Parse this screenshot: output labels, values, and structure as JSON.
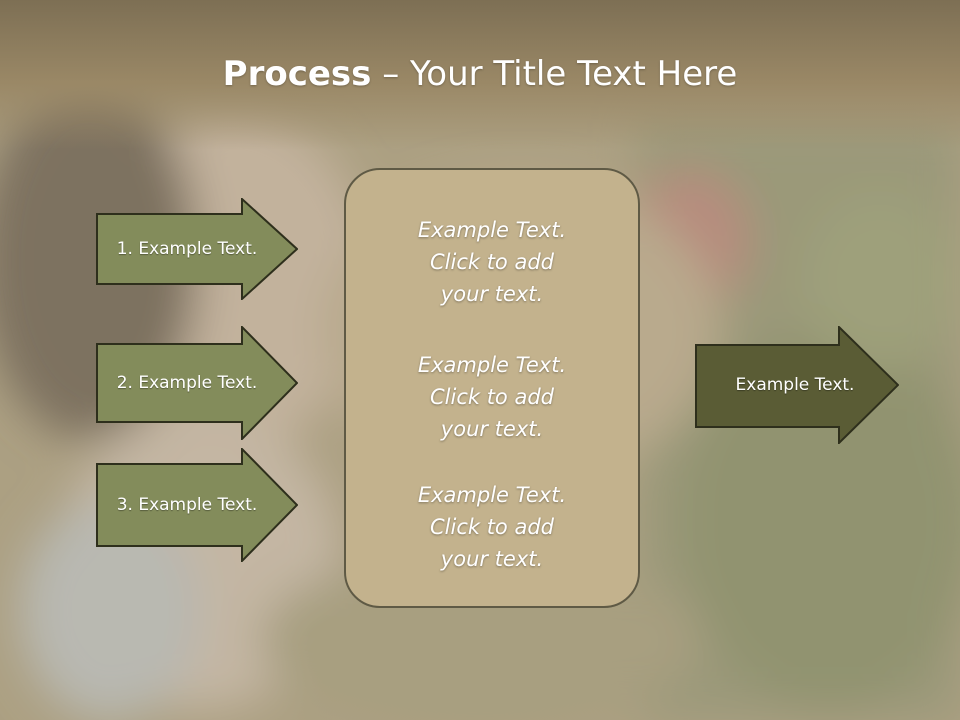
{
  "title": {
    "bold": "Process",
    "separator": " – ",
    "rest": "Your Title Text Here"
  },
  "left_steps": [
    {
      "label": "1. Example Text."
    },
    {
      "label": "2. Example Text."
    },
    {
      "label": "3. Example Text."
    }
  ],
  "center_box": {
    "paragraphs": [
      {
        "lines": [
          "Example Text.",
          "Click  to add",
          "your text."
        ]
      },
      {
        "lines": [
          "Example Text.",
          "Click  to add",
          "your text."
        ]
      },
      {
        "lines": [
          "Example Text.",
          "Click  to add",
          "your text."
        ]
      }
    ]
  },
  "right_arrow": {
    "label": "Example Text."
  },
  "colors": {
    "step_arrow_fill": "#838c5b",
    "right_arrow_fill": "#5a5c35",
    "arrow_stroke": "#2e2f1c",
    "box_fill": "#c3b28d",
    "title_band": "#8a7a5c"
  }
}
